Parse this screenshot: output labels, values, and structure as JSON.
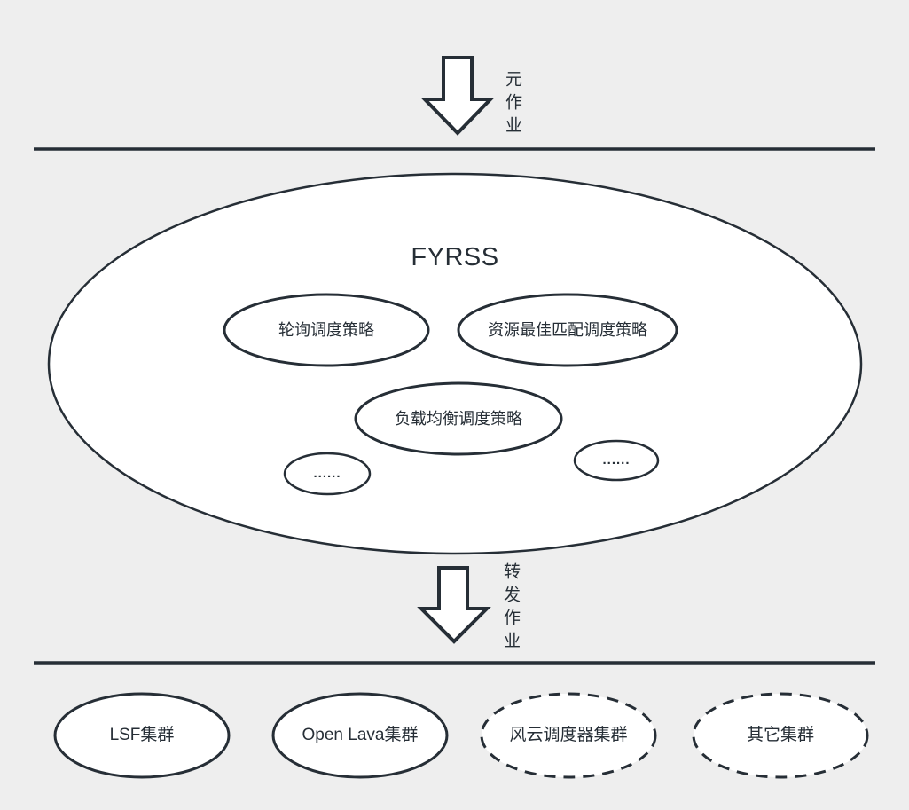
{
  "colors": {
    "background": "#eeeeee",
    "stroke": "#262e36",
    "shape_fill": "#ffffff"
  },
  "top_flow": {
    "arrow": "down-arrow",
    "label": "元作业"
  },
  "fyrss": {
    "title": "FYRSS",
    "strategies": [
      {
        "label": "轮询调度策略"
      },
      {
        "label": "资源最佳匹配调度策略"
      },
      {
        "label": "负载均衡调度策略"
      },
      {
        "label": "......"
      },
      {
        "label": "......"
      }
    ]
  },
  "forward_flow": {
    "arrow": "down-arrow",
    "label": "转发作业"
  },
  "clusters": [
    {
      "label": "LSF集群",
      "border": "solid"
    },
    {
      "label": "Open Lava集群",
      "border": "solid"
    },
    {
      "label": "风云调度器集群",
      "border": "dashed"
    },
    {
      "label": "其它集群",
      "border": "dashed"
    }
  ]
}
